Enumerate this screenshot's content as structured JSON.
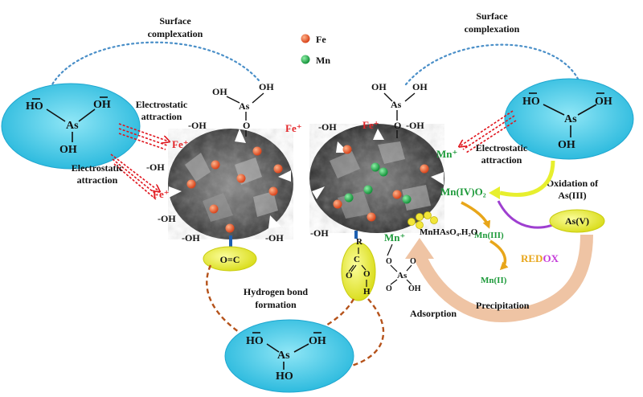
{
  "legend": {
    "fe_label": "Fe",
    "mn_label": "Mn",
    "fe_color": "#e8541e",
    "mn_color": "#22a546"
  },
  "labels": {
    "surface_complexation": "Surface complexation",
    "electrostatic_attraction": "Electrostatic attraction",
    "hydrogen_bond_formation": "Hydrogen bond formation",
    "oxidation_of_as3": "Oxidation of As(III)",
    "adsorption": "Adsorption",
    "precipitation": "Precipitation",
    "redox_red": "RED",
    "redox_ox": "OX"
  },
  "species": {
    "hydroxyl": "-OH",
    "fe_plus": "Fe⁺",
    "mn_plus": "Mn⁺",
    "mn4_o2": "Mn(IV)O₂",
    "mn3": "Mn(III)",
    "mn2": "Mn(II)",
    "as5": "As(V)",
    "mnhaso4": "MnHAsO₄.H₂O",
    "carbonyl": "O=C",
    "carbon": "C",
    "r_group": "R",
    "as_symbol": "As",
    "oh_group": "OH",
    "ho_group": "HO",
    "o_atom": "O",
    "h_atom": "H"
  },
  "colors": {
    "ellipse_fill": "#3cc8e6",
    "yellow_fill": "#ecef3a",
    "dashed_red": "#e0141c",
    "dotted_blue": "#4a8fc8",
    "dashed_brown": "#b5521a",
    "arrow_peach": "#efc4a4",
    "arrow_green": "#e7ef2e",
    "arrow_purple": "#9e3fd0",
    "arrow_gold": "#e8a61a"
  }
}
